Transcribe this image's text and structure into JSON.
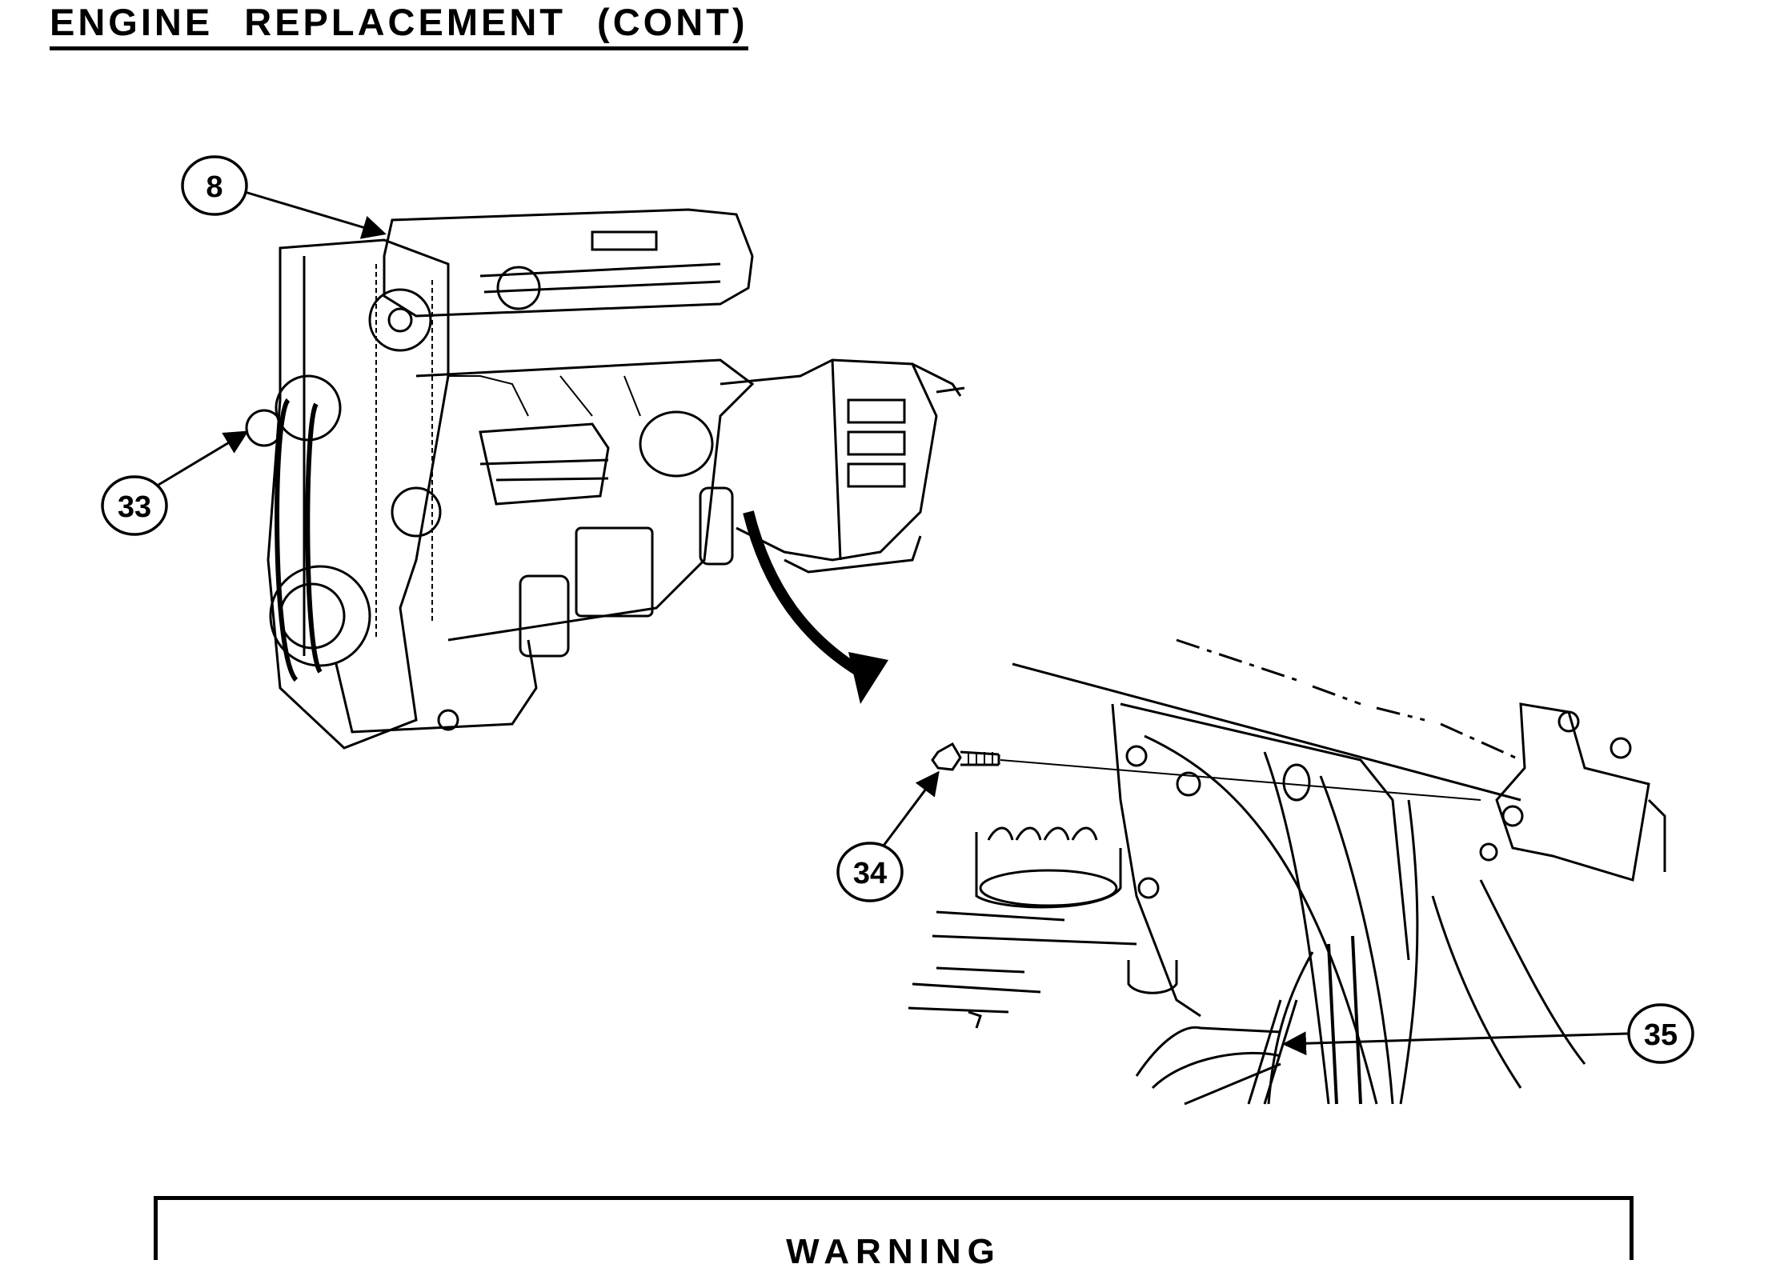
{
  "header": {
    "title": "ENGINE REPLACEMENT (CONT)"
  },
  "figure": {
    "callouts": [
      "8",
      "33",
      "34",
      "35"
    ]
  },
  "warning": {
    "title": "WARNING"
  }
}
